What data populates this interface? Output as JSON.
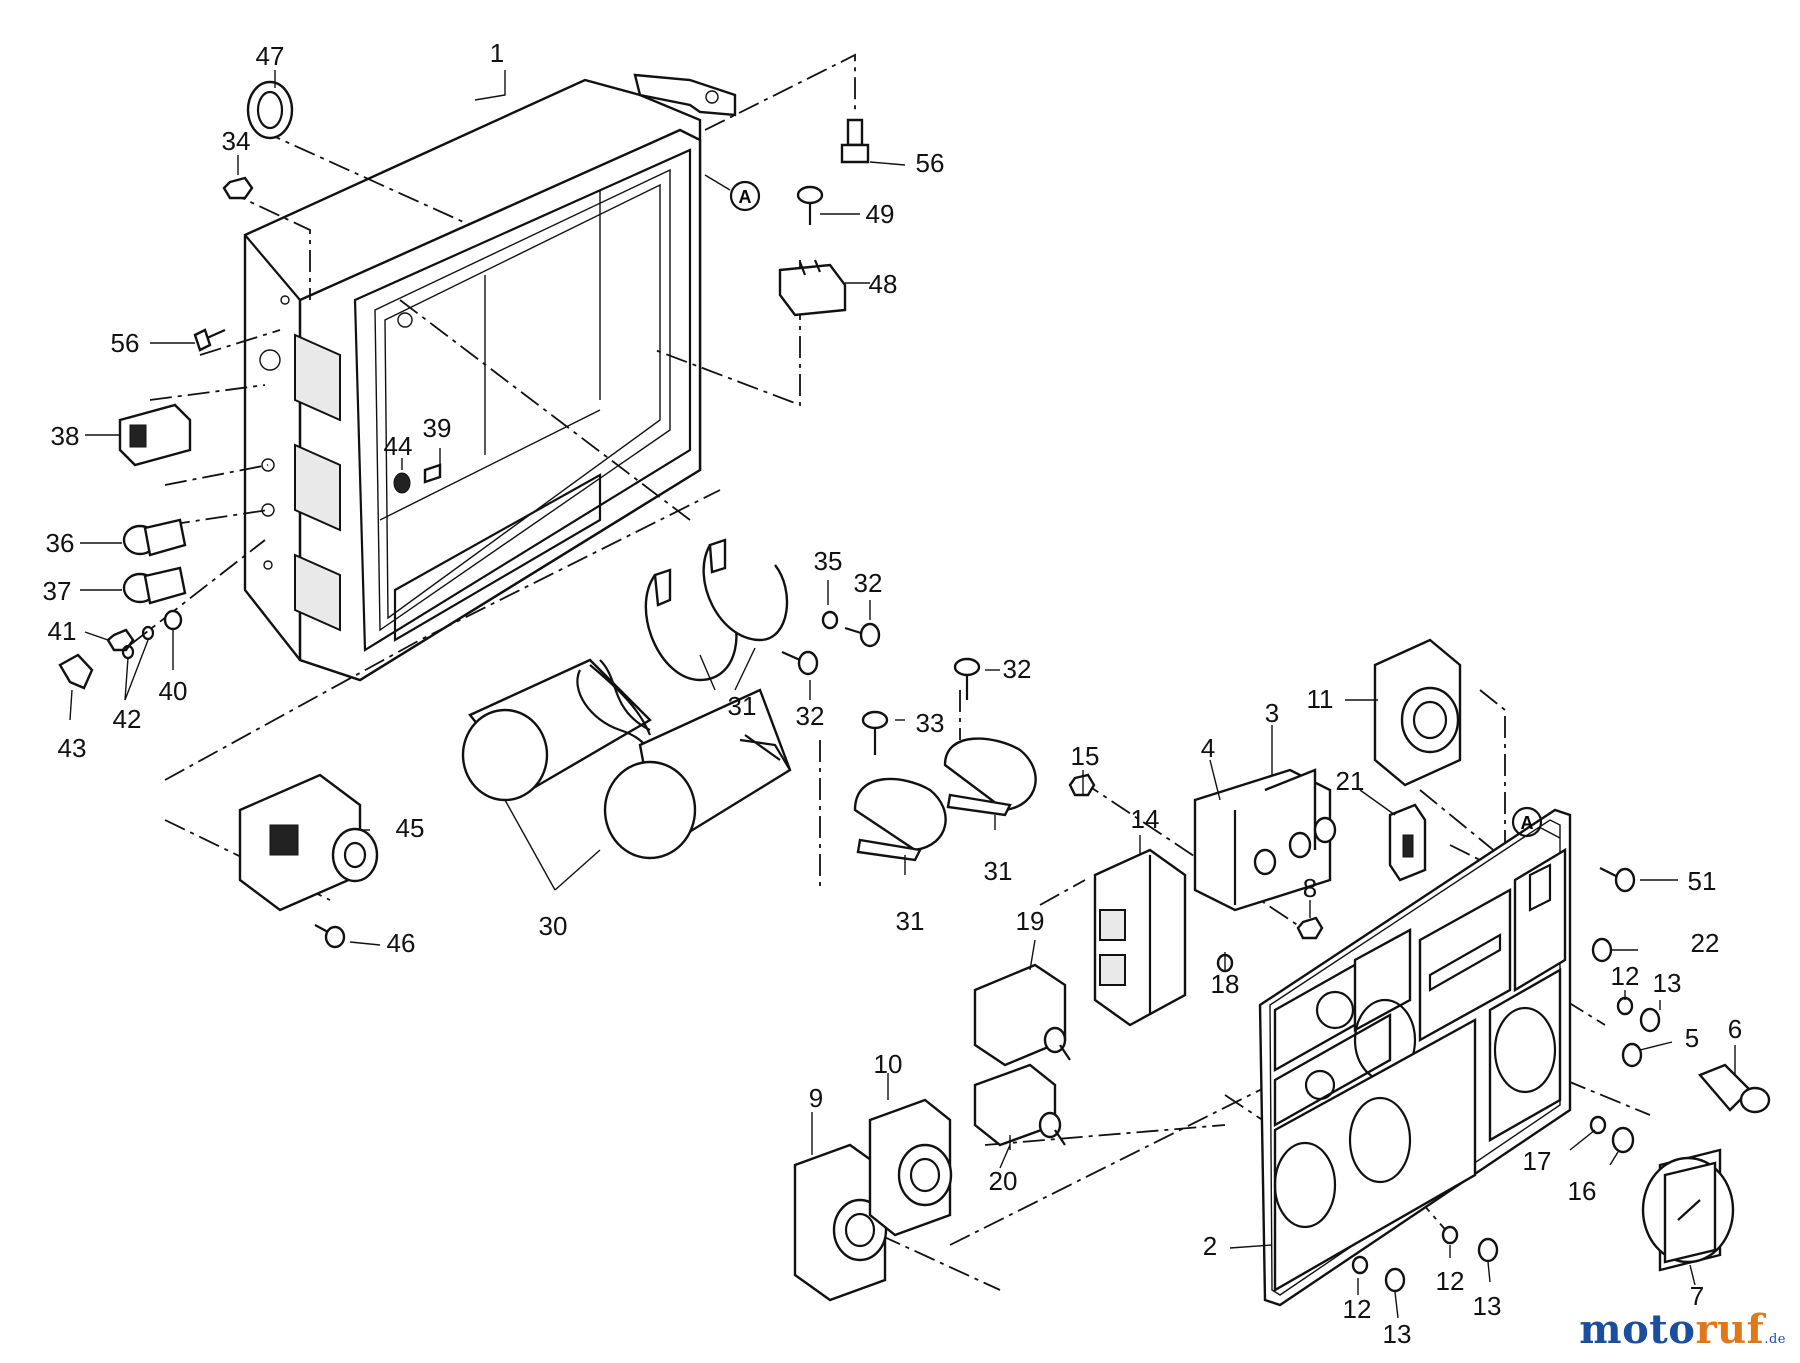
{
  "callouts": [
    "1",
    "2",
    "3",
    "4",
    "5",
    "6",
    "7",
    "8",
    "9",
    "10",
    "11",
    "12",
    "12",
    "12",
    "12",
    "13",
    "13",
    "13",
    "13",
    "14",
    "15",
    "16",
    "17",
    "18",
    "19",
    "20",
    "21",
    "22",
    "30",
    "31",
    "31",
    "31",
    "31",
    "32",
    "32",
    "32",
    "33",
    "34",
    "35",
    "36",
    "37",
    "38",
    "39",
    "40",
    "41",
    "42",
    "43",
    "44",
    "45",
    "46",
    "47",
    "48",
    "49",
    "51",
    "56",
    "56"
  ],
  "ref_marker": "A",
  "logo": {
    "part1": "moto",
    "part2": "ruf",
    "suffix": ".de"
  }
}
